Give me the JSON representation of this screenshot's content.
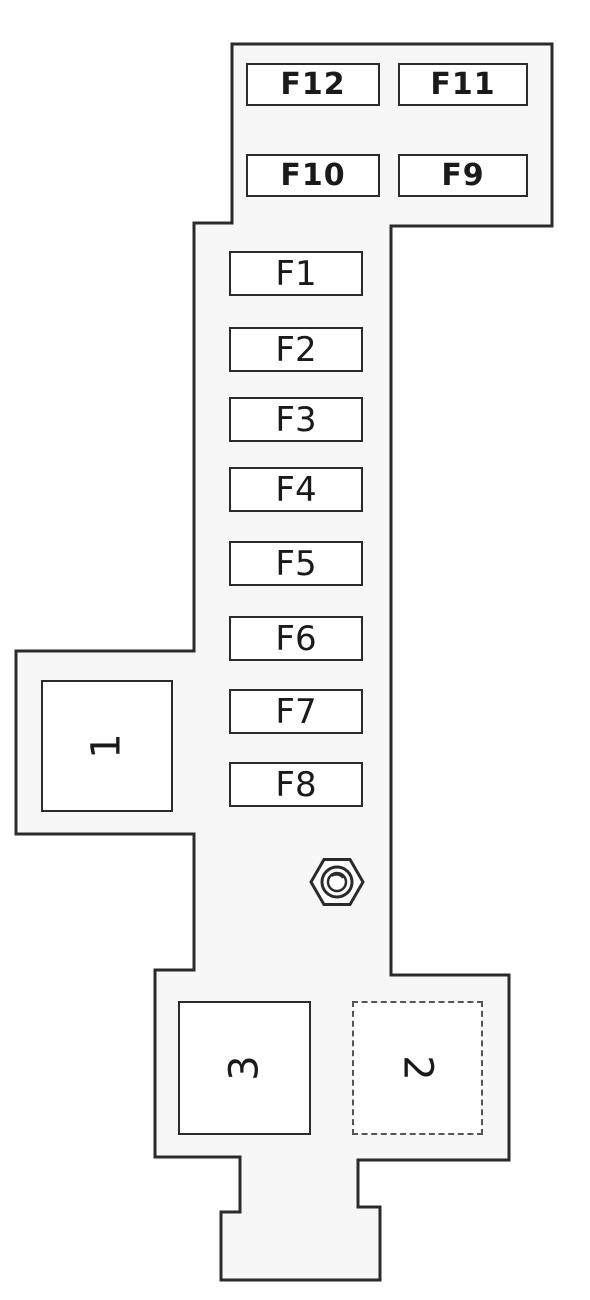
{
  "colors": {
    "outline": "#2b2b2b",
    "fill": "#f7f7f7",
    "background": "#ffffff"
  },
  "fuses_top": [
    {
      "id": "f12",
      "label": "F12"
    },
    {
      "id": "f11",
      "label": "F11"
    },
    {
      "id": "f10",
      "label": "F10"
    },
    {
      "id": "f9",
      "label": "F9"
    }
  ],
  "fuses_column": [
    {
      "id": "f1",
      "label": "F1"
    },
    {
      "id": "f2",
      "label": "F2"
    },
    {
      "id": "f3",
      "label": "F3"
    },
    {
      "id": "f4",
      "label": "F4"
    },
    {
      "id": "f5",
      "label": "F5"
    },
    {
      "id": "f6",
      "label": "F6"
    },
    {
      "id": "f7",
      "label": "F7"
    },
    {
      "id": "f8",
      "label": "F8"
    }
  ],
  "relays": [
    {
      "id": "relay-1",
      "label": "1"
    },
    {
      "id": "relay-3",
      "label": "3"
    },
    {
      "id": "relay-2",
      "label": "2"
    }
  ],
  "bolt_icon": "hex-nut-icon"
}
